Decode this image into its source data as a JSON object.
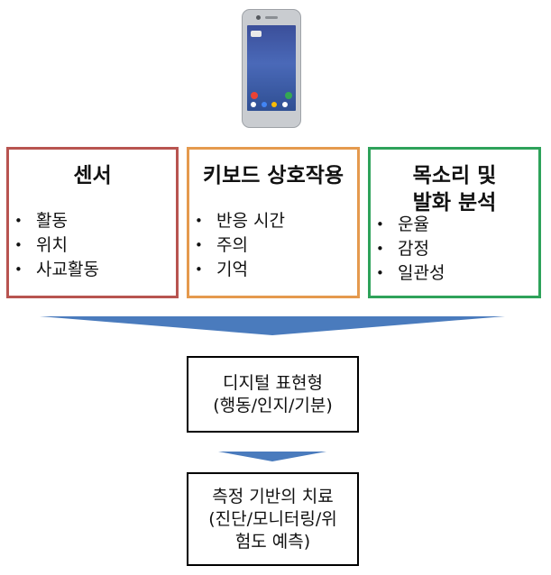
{
  "phone": {
    "icon": "smartphone-icon"
  },
  "colors": {
    "sensor": "#b85450",
    "keyboard": "#e59a4e",
    "voice": "#2ea25a",
    "arrow": "#4a7bbd",
    "flow_border": "#000000"
  },
  "categories": [
    {
      "title_lines": [
        "센서"
      ],
      "items": [
        "활동",
        "위치",
        "사교활동"
      ]
    },
    {
      "title_lines": [
        "키보드 상호작용"
      ],
      "items": [
        "반응 시간",
        "주의",
        "기억"
      ]
    },
    {
      "title_lines": [
        "목소리 및",
        "발화 분석"
      ],
      "items": [
        "운율",
        "감정",
        "일관성"
      ]
    }
  ],
  "digital_phenotype": {
    "lines": [
      "디지털 표현형",
      "(행동/인지/기분)"
    ]
  },
  "measurement_therapy": {
    "lines": [
      "측정 기반의 치료",
      "(진단/모니터링/위",
      "험도 예측)"
    ]
  }
}
